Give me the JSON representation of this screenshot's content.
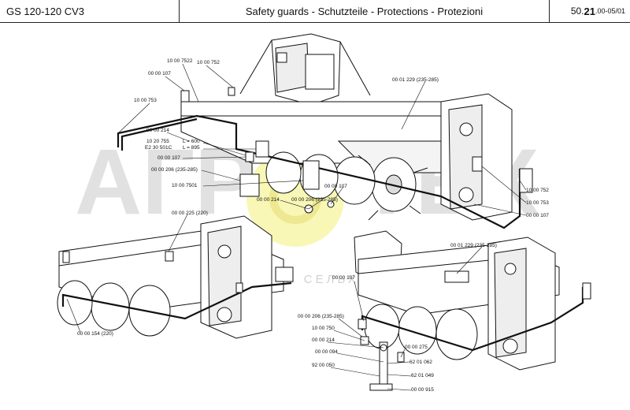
{
  "header": {
    "model": "GS 120-120 CV3",
    "title": "Safety guards - Schutzteile - Protections - Protezioni",
    "code_prefix": "50.",
    "code_bold": "21",
    "code_suffix": ".00-05/01"
  },
  "watermark": {
    "left": "АГР",
    "right": "ТЕХ",
    "subtitle": "ЗАПЧАСТИ ДЛЯ СЕЛЬХОЗТЕХНИКИ"
  },
  "parts_top": {
    "p1": "10 00 7522",
    "p2": "10 00 752",
    "p3": "00 00 107",
    "p4": "10 00 753",
    "p5": "00 00 214",
    "p6a": "10 20 755",
    "p6b": "L = 600",
    "p7a": "E2 30 501C",
    "p7b": "L = 895",
    "p8": "00 00 107",
    "p9": "00 00 206 (235-285)",
    "p10": "10 00 7501",
    "p11": "00 00 214",
    "p12": "00 00 206 (235-285)",
    "p13": "00 00 107",
    "p14": "00 01 229 (235-285)",
    "p15": "10 00 752",
    "p16": "10 00 753",
    "p17": "00 00 107"
  },
  "parts_bottom_left": {
    "p1": "00 00 225 (220)",
    "p2": "00 00 154 (220)"
  },
  "parts_bottom_right": {
    "p1": "00 01 229 (235-285)",
    "p2": "00 00 107",
    "p3": "00 00 206 (235-285)",
    "p4": "10 00 750",
    "p5": "00 00 214",
    "p6": "00 00 094",
    "p7": "92 00 050",
    "p8": "00 00 275",
    "p9": "62 01 062",
    "p10": "62 01 049",
    "p11": "00 00 915"
  }
}
